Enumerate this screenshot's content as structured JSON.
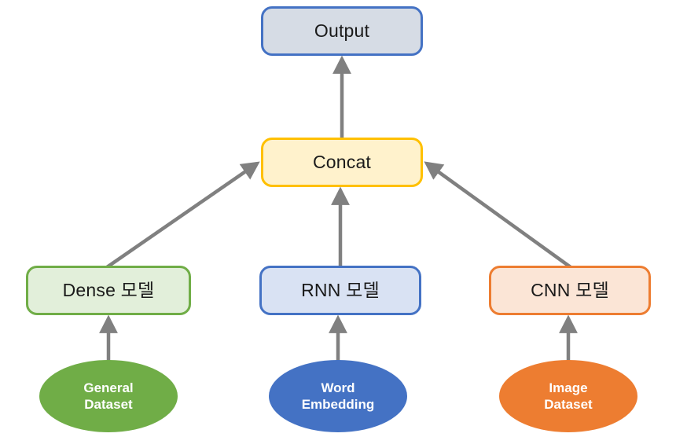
{
  "diagram": {
    "title": "Multi-input neural network architecture",
    "background": "#ffffff",
    "arrow_color": "#808080",
    "nodes": {
      "output": {
        "label": "Output",
        "shape": "rounded-rect",
        "fill": "#D6DCE5",
        "stroke": "#4472C4"
      },
      "concat": {
        "label": "Concat",
        "shape": "rounded-rect",
        "fill": "#FFF2CC",
        "stroke": "#FFC000"
      },
      "dense_model": {
        "label": "Dense 모델",
        "shape": "rounded-rect",
        "fill": "#E2EFDA",
        "stroke": "#70AD47"
      },
      "rnn_model": {
        "label": "RNN 모델",
        "shape": "rounded-rect",
        "fill": "#D9E2F3",
        "stroke": "#4472C4"
      },
      "cnn_model": {
        "label": "CNN 모델",
        "shape": "rounded-rect",
        "fill": "#FBE5D6",
        "stroke": "#ED7D31"
      },
      "general_dataset": {
        "label": "General\nDataset",
        "shape": "ellipse",
        "fill": "#70AD47",
        "stroke": "#70AD47"
      },
      "word_embedding": {
        "label": "Word\nEmbedding",
        "shape": "ellipse",
        "fill": "#4472C4",
        "stroke": "#4472C4"
      },
      "image_dataset": {
        "label": "Image\nDataset",
        "shape": "ellipse",
        "fill": "#ED7D31",
        "stroke": "#ED7D31"
      }
    },
    "edges": [
      {
        "from": "concat",
        "to": "output",
        "style": "straight-up"
      },
      {
        "from": "dense_model",
        "to": "concat",
        "style": "diagonal-up-right"
      },
      {
        "from": "rnn_model",
        "to": "concat",
        "style": "straight-up"
      },
      {
        "from": "cnn_model",
        "to": "concat",
        "style": "diagonal-up-left"
      },
      {
        "from": "general_dataset",
        "to": "dense_model",
        "style": "straight-up"
      },
      {
        "from": "word_embedding",
        "to": "rnn_model",
        "style": "straight-up"
      },
      {
        "from": "image_dataset",
        "to": "cnn_model",
        "style": "straight-up"
      }
    ]
  }
}
